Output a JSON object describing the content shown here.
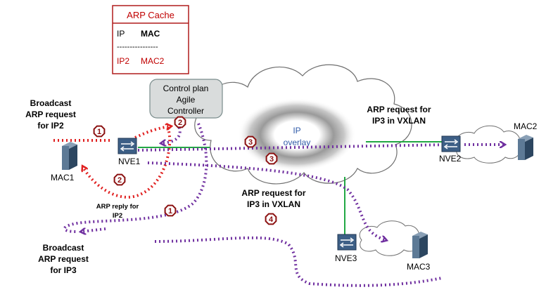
{
  "arp_cache": {
    "title": "ARP Cache",
    "header_ip": "IP",
    "header_mac": "MAC",
    "divider": "----------------",
    "entry_ip": "IP2",
    "entry_mac": "MAC2"
  },
  "controller": {
    "line1": "Control plan",
    "line2": "Agile",
    "line3": "Controller"
  },
  "overlay": {
    "line1": "IP",
    "line2": "overlay"
  },
  "devices": {
    "nve1": "NVE1",
    "nve2": "NVE2",
    "nve3": "NVE3",
    "mac1": "MAC1",
    "mac2": "MAC2",
    "mac3": "MAC3"
  },
  "labels": {
    "broadcast_ip2": [
      "Broadcast",
      "ARP request",
      "for IP2"
    ],
    "broadcast_ip3": [
      "Broadcast",
      "ARP request",
      "for IP3"
    ],
    "arp_reply": [
      "ARP reply for",
      "IP2"
    ],
    "arp_req_vxlan_top": [
      "ARP request  for",
      "IP3 in VXLAN"
    ],
    "arp_req_vxlan_mid": [
      "ARP request  for",
      "IP3 in VXLAN"
    ]
  },
  "steps": {
    "s1a": "1",
    "s2a": "2",
    "s2b": "2",
    "s1b": "1",
    "s3a": "3",
    "s3b": "3",
    "s4": "4"
  },
  "colors": {
    "red": "#e02020",
    "purple": "#7030a0",
    "green": "#22a844",
    "dark_red": "#8b1010",
    "controller_fill": "#d9dcdc"
  }
}
